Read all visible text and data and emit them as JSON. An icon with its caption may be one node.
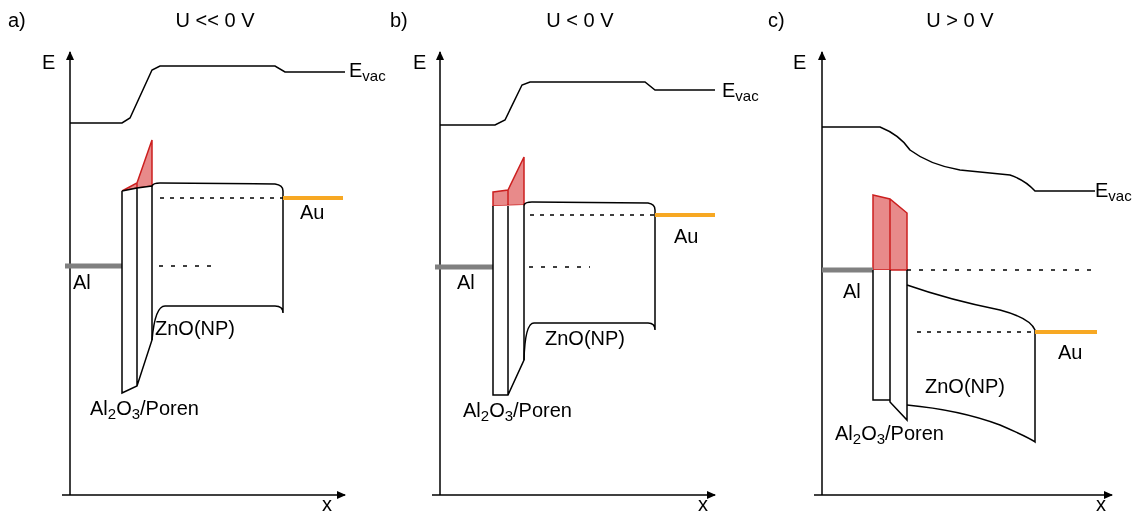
{
  "diagram": {
    "labels": [
      "a)",
      "U << 0 V",
      "E",
      "E$_{vac}$",
      "Au",
      "Al",
      "ZnO(NP)",
      "Al$_{2}$O$_{3}$/Poren",
      "x",
      "b)",
      "U < 0 V",
      "E",
      "E$_{vac}$",
      "Au",
      "Al",
      "ZnO(NP)",
      "Al$_{2}$O$_{3}$/Poren",
      "x",
      "c)",
      "U > 0 V",
      "E",
      "E$_{vac}$",
      "Al",
      "Au",
      "ZnO(NP)",
      "Al$_{2}$O$_{3}$/Poren",
      "x"
    ]
  }
}
